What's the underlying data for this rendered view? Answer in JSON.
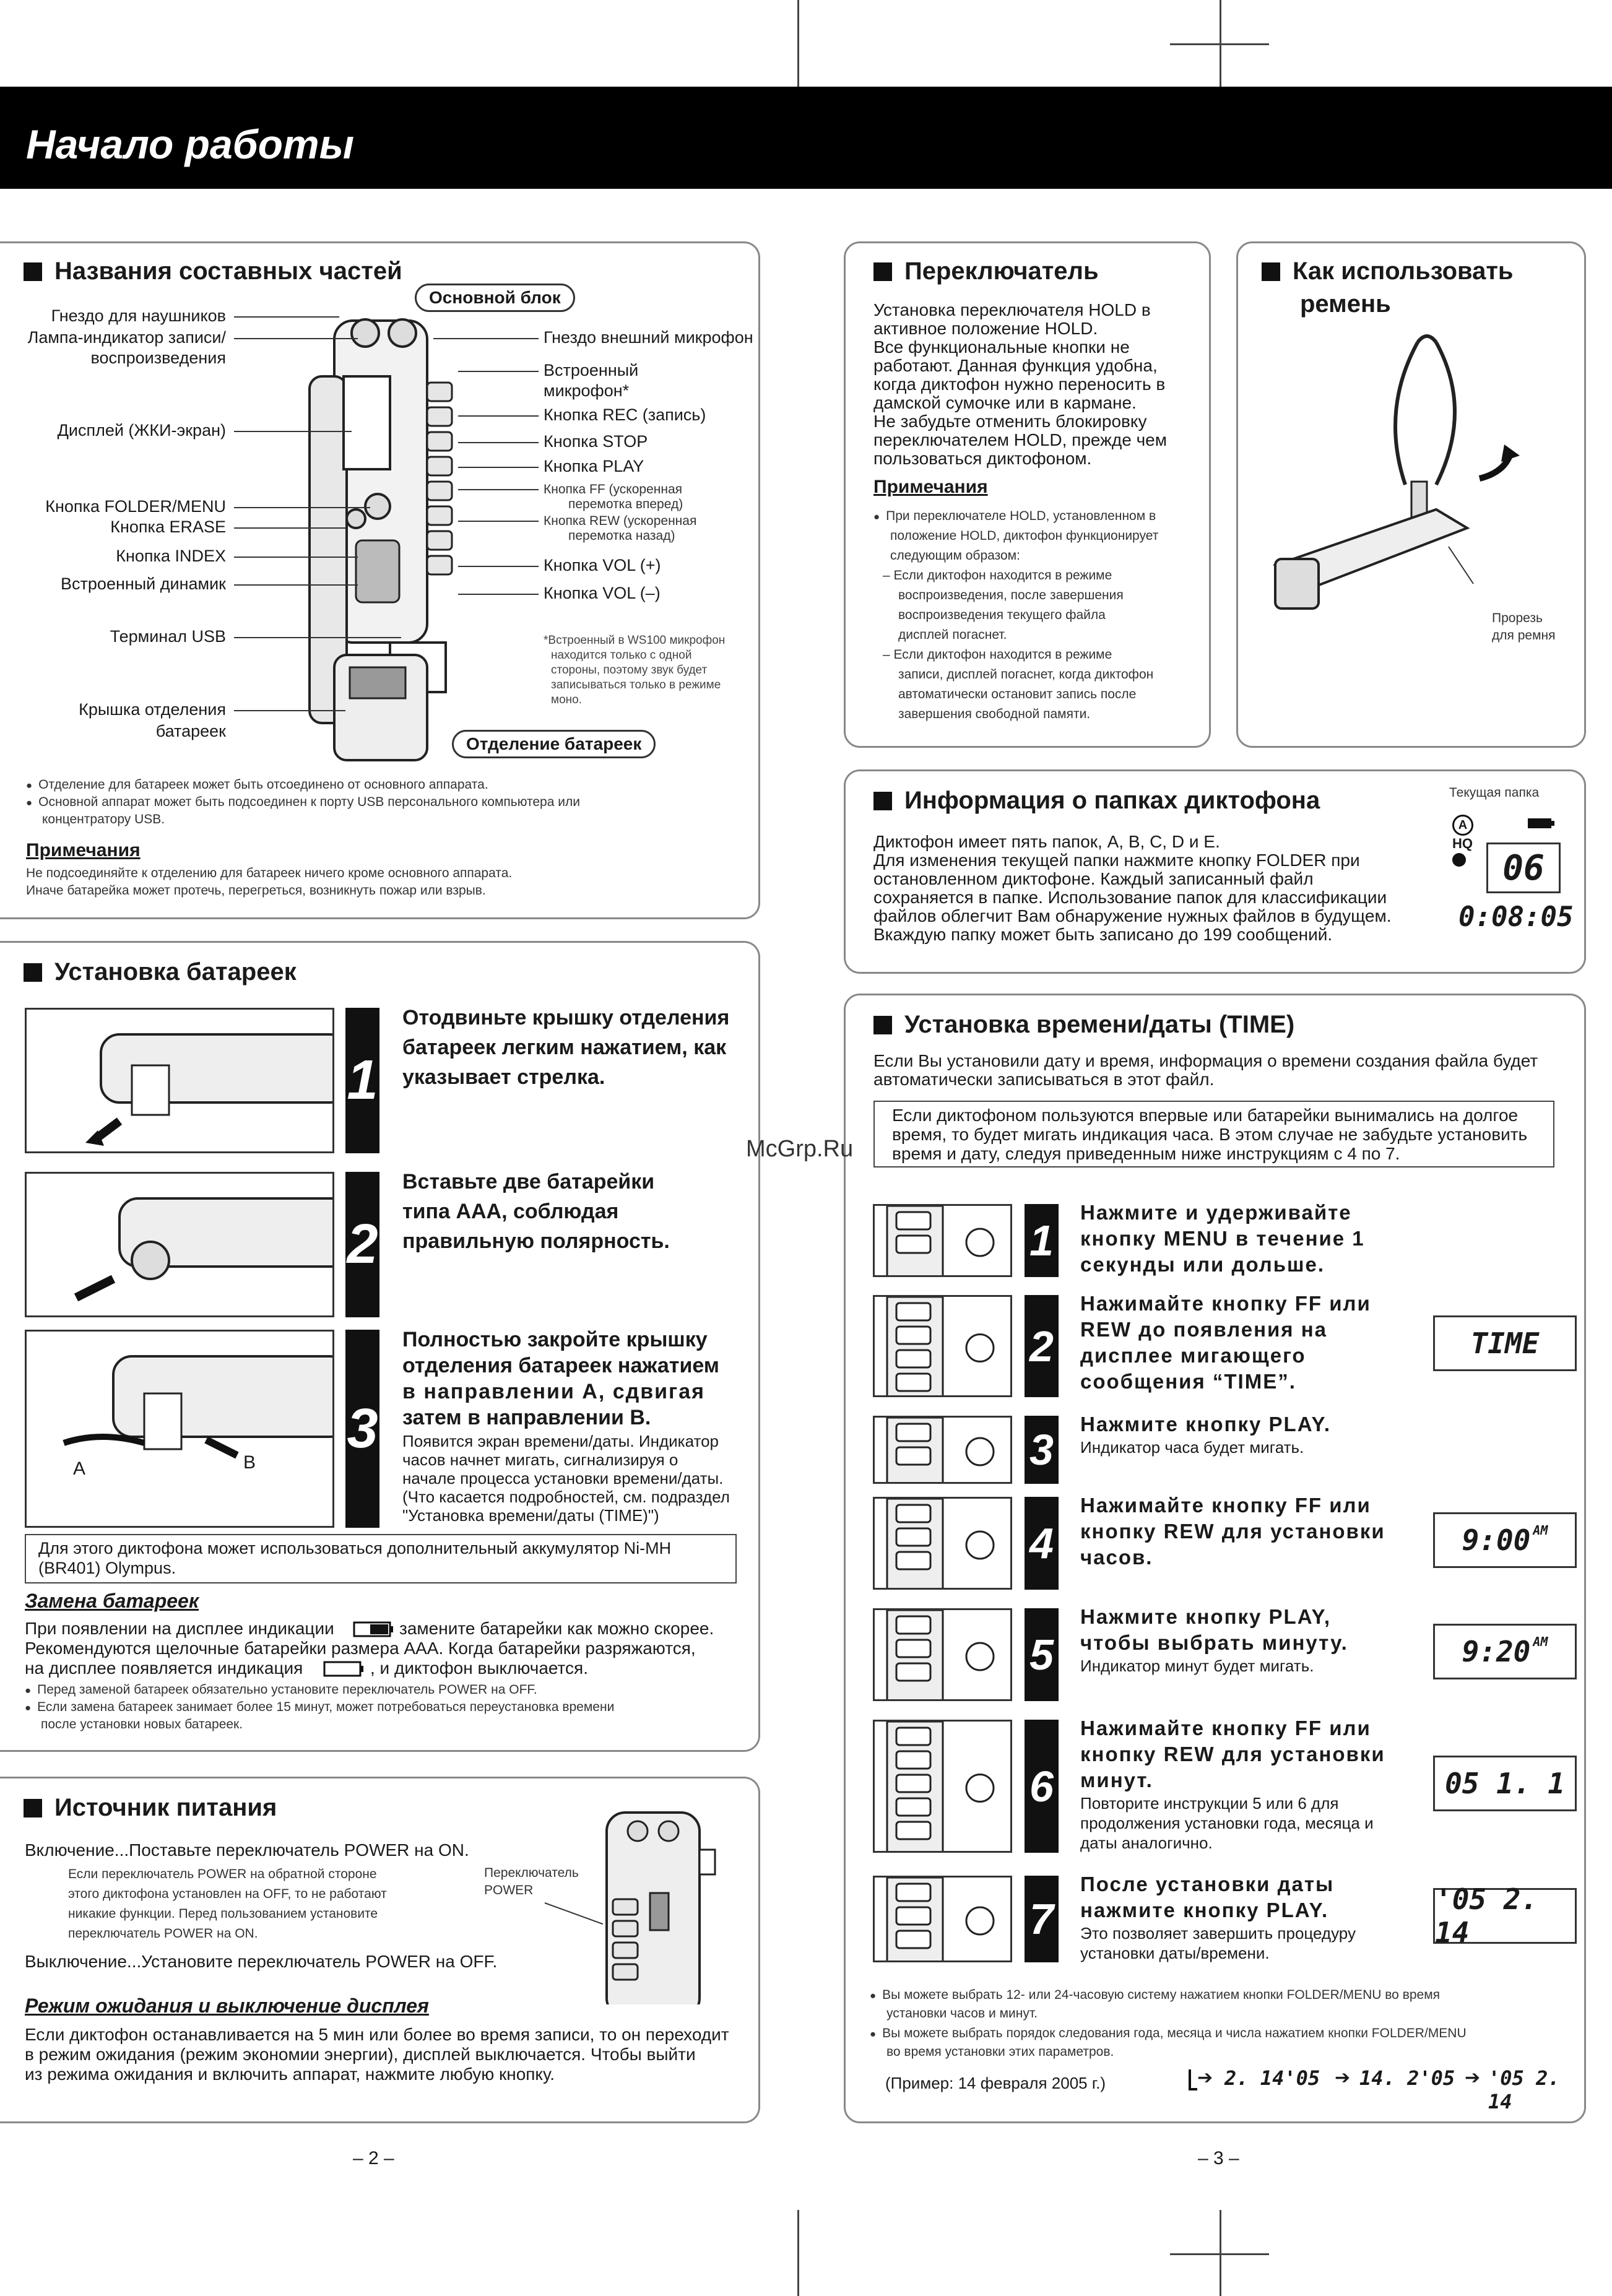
{
  "header": {
    "title": "Начало работы"
  },
  "watermark": "McGrp.Ru",
  "parts": {
    "title": "Названия составных частей",
    "main_unit_label": "Основной блок",
    "battery_label": "Отделение батареек",
    "left_labels": [
      "Гнездо для наушников",
      "Лампа-индикатор записи/",
      "воспроизведения",
      "Дисплей (ЖКИ-экран)",
      "Кнопка FOLDER/MENU",
      "Кнопка ERASE",
      "Кнопка INDEX",
      "Встроенный динамик",
      "Терминал USB",
      "Крышка отделения",
      "батареек"
    ],
    "right_labels": [
      "Гнездо внешний микрофон",
      "Встроенный",
      "микрофон*",
      "Кнопка REC (запись)",
      "Кнопка STOP",
      "Кнопка PLAY",
      "Кнопка FF (ускоренная",
      "перемотка вперед)",
      "Кнопка REW (ускоренная",
      "перемотка назад)",
      "Кнопка VOL (+)",
      "Кнопка VOL (–)"
    ],
    "footnote": [
      "*Встроенный в WS100 микрофон",
      "находится только с одной",
      "стороны, поэтому звук будет",
      "записываться только в режиме",
      "моно."
    ],
    "bullets": [
      "Отделение для батареек может быть отсоединено от основного аппарата.",
      "Основной аппарат может быть подсоединен к порту USB персонального компьютера или",
      "концентратору USB."
    ],
    "notes_title": "Примечания",
    "notes": [
      "Не подсоединяйте к отделению для батареек ничего кроме основного аппарата.",
      "Иначе батарейка может протечь, перегреться, возникнуть пожар или взрыв."
    ]
  },
  "battery": {
    "title": "Установка батареек",
    "steps": [
      {
        "num": "1",
        "text": [
          "Отодвиньте крышку отделения",
          "батареек легким нажатием, как",
          "указывает стрелка."
        ]
      },
      {
        "num": "2",
        "text": [
          "Вставьте две батарейки",
          "типа AAA, соблюдая",
          "правильную полярность."
        ]
      },
      {
        "num": "3",
        "text": [
          "Полностью закройте крышку",
          "отделения батареек нажатием",
          "в направлении A, сдвигая",
          "затем в направлении B."
        ],
        "sub": [
          "Появится экран времени/даты. Индикатор",
          "часов начнет мигать, сигнализируя о",
          "начале процесса установки времени/даты.",
          "(Что касается подробностей, см. подраздел",
          "\"Установка времени/даты (TIME)\")"
        ]
      }
    ],
    "label_a": "A",
    "label_b": "B",
    "accumulator": [
      "Для этого диктофона может использоваться дополнительный аккумулятор Ni-MH",
      "(BR401) Olympus."
    ],
    "replace_title": "Замена батареек",
    "replace_text": [
      "При появлении на дисплее индикации",
      "замените батарейки как можно скорее.",
      "Рекомендуются щелочные батарейки размера AAA. Когда батарейки разряжаются,",
      "на дисплее появляется индикация",
      ", и диктофон выключается."
    ],
    "replace_bullets": [
      "Перед заменой батареек обязательно установите переключатель POWER на OFF.",
      "Если замена батареек занимает более 15 минут, может потребоваться переустановка времени",
      "после установки новых батареек."
    ]
  },
  "power": {
    "title": "Источник питания",
    "on": "Включение...Поставьте переключатель POWER на ON.",
    "on_note": [
      "Если переключатель POWER на обратной стороне",
      "этого диктофона установлен на OFF, то не работают",
      "никакие функции. Перед пользованием установите",
      "переключатель POWER на ON."
    ],
    "switch_label": [
      "Переключатель",
      "POWER"
    ],
    "off": "Выключение...Установите переключатель POWER на OFF.",
    "standby_title": "Режим ожидания и выключение дисплея",
    "standby": [
      "Если диктофон останавливается на 5 мин или более во время записи, то он переходит",
      "в режим ожидания (режим экономии энергии), дисплей выключается. Чтобы выйти",
      "из режима ожидания и включить аппарат, нажмите любую кнопку."
    ]
  },
  "hold": {
    "title": "Переключатель",
    "text": [
      "Установка переключателя HOLD в",
      "активное положение HOLD.",
      "Все функциональные кнопки не",
      "работают. Данная функция удобна,",
      "когда диктофон нужно переносить в",
      "дамской сумочке или в кармане.",
      "Не забудьте отменить блокировку",
      "переключателем HOLD, прежде чем",
      "пользоваться диктофоном."
    ],
    "notes_title": "Примечания",
    "notes": [
      "При переключателе HOLD, установленном в",
      "положение HOLD, диктофон функционирует",
      "следующим образом:",
      "– Если диктофон находится в режиме",
      "воспроизведения, после завершения",
      "воспроизведения текущего файла",
      "дисплей погаснет.",
      "– Если диктофон находится в режиме",
      "записи, дисплей погаснет, когда диктофон",
      "автоматически остановит запись после",
      "завершения свободной памяти."
    ]
  },
  "strap": {
    "title": [
      "Как использовать",
      "ремень"
    ],
    "slot_label": [
      "Прорезь",
      "для ремня"
    ]
  },
  "folders": {
    "title": "Информация о папках диктофона",
    "current_folder": "Текущая папка",
    "text": [
      "Диктофон имеет пять папок, A, B, C, D и E.",
      "Для изменения текущей папки нажмите кнопку FOLDER при",
      "остановленном диктофоне. Каждый записанный файл",
      "сохраняется в папке. Использование папок для классификации",
      "файлов облегчит Вам обнаружение нужных файлов в будущем.",
      "Вкаждую папку может быть записано до 199 сообщений."
    ],
    "lcd": {
      "folder": "A",
      "quality": "HQ",
      "file_no": "06",
      "time": "0:08:05"
    }
  },
  "time": {
    "title": "Установка времени/даты (TIME)",
    "intro": [
      "Если Вы установили дату и время, информация о времени создания файла будет",
      "автоматически записываться в этот файл."
    ],
    "warn": [
      "Если диктофоном пользуются впервые или батарейки вынимались на долгое",
      "время, то будет мигать индикация часа. В этом случае не забудьте установить",
      "время и дату, следуя приведенным ниже инструкциям с 4 по 7."
    ],
    "steps": [
      {
        "num": "1",
        "text": [
          "Нажмите и удерживайте",
          "кнопку MENU в течение 1",
          "секунды или дольше."
        ],
        "sub": [],
        "lcd": ""
      },
      {
        "num": "2",
        "text": [
          "Нажимайте кнопку FF или",
          "REW до появления на",
          "дисплее мигающего",
          "сообщения “TIME”."
        ],
        "sub": [],
        "lcd": "TIME"
      },
      {
        "num": "3",
        "text": [
          "Нажмите кнопку PLAY."
        ],
        "sub": [
          "Индикатор часа будет мигать."
        ],
        "lcd": ""
      },
      {
        "num": "4",
        "text": [
          "Нажимайте кнопку FF или",
          "кнопку REW для установки",
          "часов."
        ],
        "sub": [],
        "lcd": "9:00",
        "lcd_suffix": "AM"
      },
      {
        "num": "5",
        "text": [
          "Нажмите кнопку PLAY,",
          "чтобы выбрать минуту."
        ],
        "sub": [
          "Индикатор минут будет мигать."
        ],
        "lcd": "9:20",
        "lcd_suffix": "AM"
      },
      {
        "num": "6",
        "text": [
          "Нажимайте кнопку FF или",
          "кнопку REW для установки",
          "минут."
        ],
        "sub": [
          "Повторите инструкции 5 или 6 для",
          "продолжения установки года, месяца и",
          "даты аналогично."
        ],
        "lcd": "05  1. 1"
      },
      {
        "num": "7",
        "text": [
          "После установки даты",
          "нажмите кнопку PLAY."
        ],
        "sub": [
          "Это позволяет завершить процедуру",
          "установки даты/времени."
        ],
        "lcd": "'05  2. 14"
      }
    ],
    "bullets": [
      "Вы можете выбрать 12- или 24-часовую систему нажатием кнопки FOLDER/MENU во время",
      "установки часов и минут.",
      "Вы можете выбрать порядок следования года, месяца и числа нажатием кнопки FOLDER/MENU",
      "во время установки этих параметров."
    ],
    "example_label": "(Пример:  14 февраля 2005 г.)",
    "example_seq": [
      "2. 14'05",
      "14. 2'05",
      "'05  2. 14"
    ]
  },
  "pages": {
    "left": "– 2 –",
    "right": "– 3 –"
  }
}
